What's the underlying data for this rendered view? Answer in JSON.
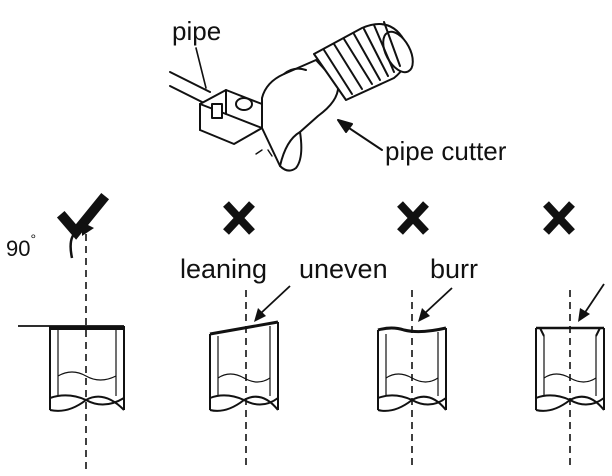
{
  "labels": {
    "pipe": "pipe",
    "pipe_cutter": "pipe cutter",
    "angle": "90",
    "degree_mark": "°",
    "leaning": "leaning",
    "uneven": "uneven",
    "burr": "burr"
  },
  "marks": {
    "correct": "check-icon",
    "wrong": "x-icon"
  }
}
